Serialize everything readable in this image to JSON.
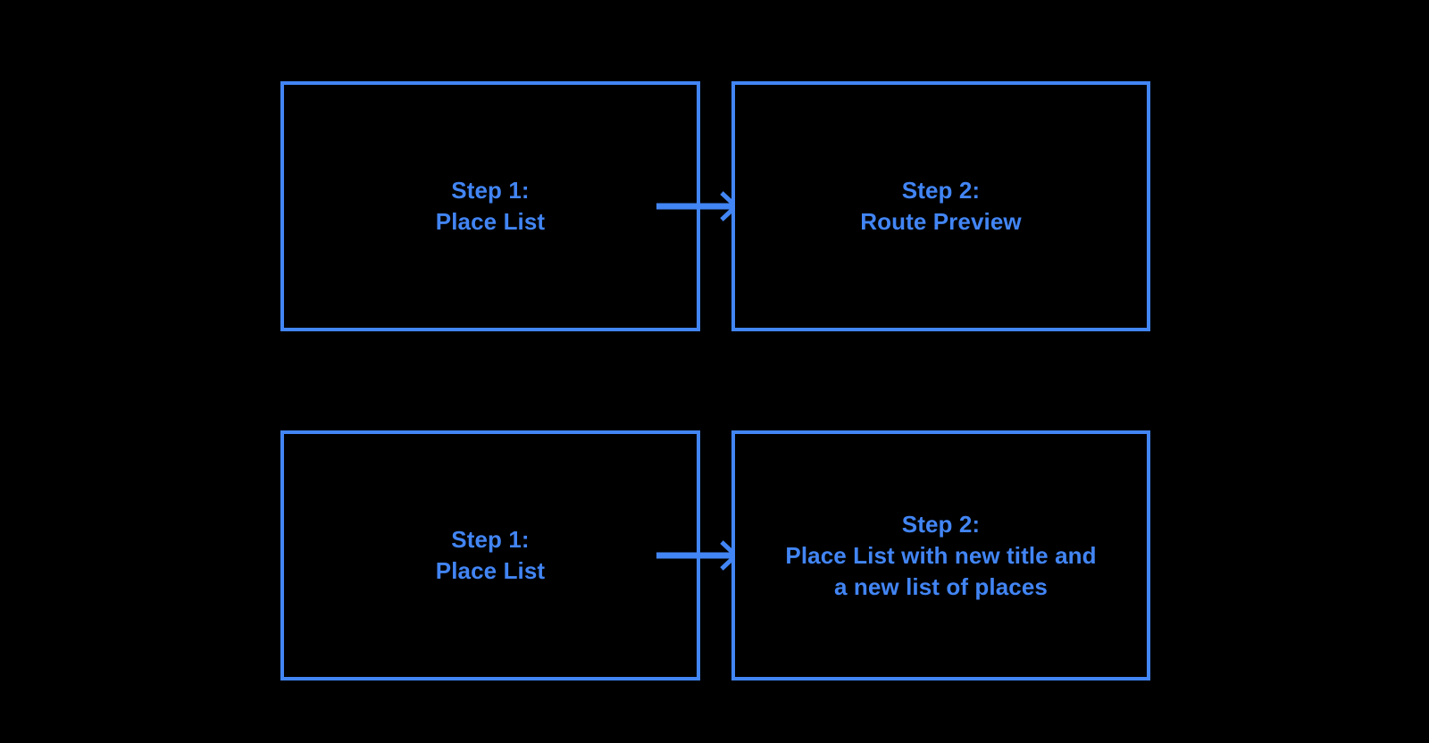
{
  "diagram": {
    "type": "flowchart",
    "background_color": "#000000",
    "accent_color": "#4285f4",
    "rows": [
      {
        "name": "route-preview-flow",
        "steps": [
          {
            "id": "step-1-place-list",
            "label": "Step 1:\nPlace List"
          },
          {
            "id": "step-2-route-preview",
            "label": "Step 2:\nRoute Preview"
          }
        ],
        "connector": {
          "name": "arrow-right",
          "from": "step-1-place-list",
          "to": "step-2-route-preview"
        }
      },
      {
        "name": "new-place-list-flow",
        "steps": [
          {
            "id": "step-1-place-list",
            "label": "Step 1:\nPlace List"
          },
          {
            "id": "step-2-new-place-list",
            "label": "Step 2:\nPlace List with new title and\na new list of places"
          }
        ],
        "connector": {
          "name": "arrow-right",
          "from": "step-1-place-list",
          "to": "step-2-new-place-list"
        }
      }
    ]
  }
}
